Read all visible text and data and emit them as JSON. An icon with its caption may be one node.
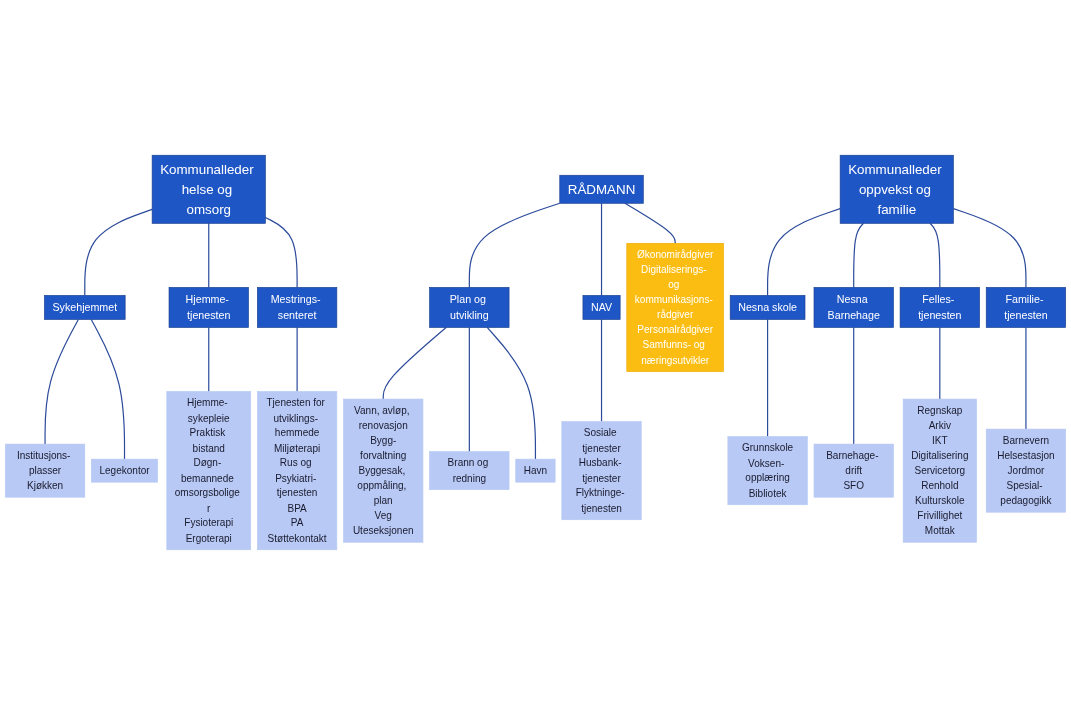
{
  "diagram": {
    "nodes": [
      {
        "text": [
          "Kommunalleder helse og omsorg"
        ]
      },
      {
        "text": [
          "RÅDMANN"
        ]
      },
      {
        "text": [
          "Kommunalleder oppvekst og familie"
        ]
      },
      {
        "text": [
          "Økonomirådgiver",
          "Digitaliserings- og kommunikasjons- rådgiver",
          "Personalrådgiver",
          "Samfunns- og næringsutvikler"
        ]
      },
      {
        "text": [
          "Sykehjemmet"
        ]
      },
      {
        "text": [
          "Hjemme- tjenesten"
        ]
      },
      {
        "text": [
          "Mestrings- senteret"
        ]
      },
      {
        "text": [
          "Institusjons- plasser",
          "Kjøkken"
        ]
      },
      {
        "text": [
          "Legekontor"
        ]
      },
      {
        "text": [
          "Hjemme- sykepleie",
          "Praktisk bistand",
          "Døgn- bemannede omsorgsbolige r",
          "Fysioterapi",
          "Ergoterapi"
        ]
      },
      {
        "text": [
          "Tjenesten for utviklings- hemmede",
          "Miljøterapi",
          "Rus og Psykiatri- tjenesten",
          "BPA",
          "PA",
          "Støttekontakt"
        ]
      },
      {
        "text": [
          "Plan og utvikling"
        ]
      },
      {
        "text": [
          "NAV"
        ]
      },
      {
        "text": [
          "Vann, avløp, renovasjon",
          "Bygg-forvaltning",
          "Byggesak, oppmåling, plan",
          "Veg",
          "Uteseksjonen"
        ]
      },
      {
        "text": [
          "Brann og redning"
        ]
      },
      {
        "text": [
          "Havn"
        ]
      },
      {
        "text": [
          "Sosiale tjenester",
          "Husbank- tjenester",
          "Flyktninge- tjenesten"
        ]
      },
      {
        "text": [
          "Nesna skole"
        ]
      },
      {
        "text": [
          "Nesna Barnehage"
        ]
      },
      {
        "text": [
          "Felles- tjenesten"
        ]
      },
      {
        "text": [
          "Familie- tjenesten"
        ]
      },
      {
        "text": [
          "Grunnskole",
          "Voksen- opplæring",
          "Bibliotek"
        ]
      },
      {
        "text": [
          "Barnehage- drift",
          "SFO"
        ]
      },
      {
        "text": [
          "Regnskap",
          "Arkiv",
          "IKT",
          "Digitalisering",
          "Servicetorg",
          "Renhold",
          "Kulturskole",
          "Frivillighet",
          "Mottak"
        ]
      },
      {
        "text": [
          "Barnevern",
          "Helsestasjon",
          "Jordmor",
          "Spesial- pedagogikk"
        ]
      }
    ],
    "edges": [
      {
        "from": 1,
        "to": 11,
        "arrow": "none"
      },
      {
        "from": 1,
        "to": 12,
        "arrow": "none"
      },
      {
        "from": 1,
        "to": 3,
        "arrow": "none"
      },
      {
        "from": 0,
        "to": 4,
        "arrow": "none"
      },
      {
        "from": 0,
        "to": 5,
        "arrow": "none"
      },
      {
        "from": 0,
        "to": 6,
        "arrow": "none"
      },
      {
        "from": 4,
        "to": 7,
        "arrow": "none"
      },
      {
        "from": 4,
        "to": 8,
        "arrow": "none"
      },
      {
        "from": 5,
        "to": 9,
        "arrow": "none"
      },
      {
        "from": 6,
        "to": 10,
        "arrow": "none"
      },
      {
        "from": 11,
        "to": 13,
        "arrow": "none"
      },
      {
        "from": 11,
        "to": 14,
        "arrow": "none"
      },
      {
        "from": 11,
        "to": 15,
        "arrow": "none"
      },
      {
        "from": 12,
        "to": 16,
        "arrow": "none"
      },
      {
        "from": 2,
        "to": 17,
        "arrow": "none"
      },
      {
        "from": 2,
        "to": 18,
        "arrow": "none"
      },
      {
        "from": 2,
        "to": 19,
        "arrow": "none"
      },
      {
        "from": 2,
        "to": 20,
        "arrow": "none"
      },
      {
        "from": 17,
        "to": 21,
        "arrow": "none"
      },
      {
        "from": 18,
        "to": 22,
        "arrow": "none"
      },
      {
        "from": 19,
        "to": 23,
        "arrow": "none"
      },
      {
        "from": 20,
        "to": 24,
        "arrow": "none"
      }
    ]
  }
}
